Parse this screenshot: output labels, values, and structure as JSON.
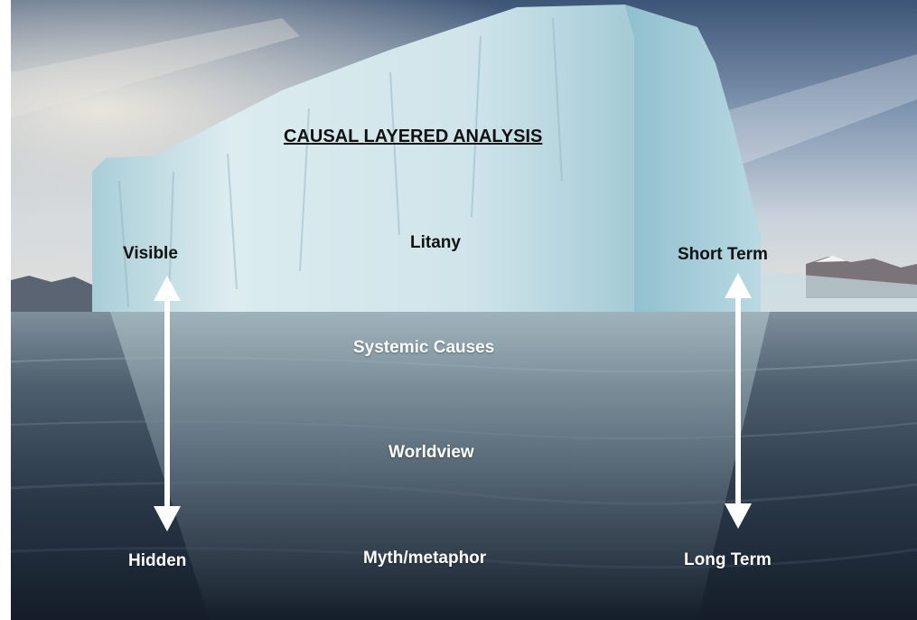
{
  "title": "CAUSAL LAYERED ANALYSIS",
  "layers": {
    "litany": "Litany",
    "systemic_causes": "Systemic Causes",
    "worldview": "Worldview",
    "myth_metaphor": "Myth/metaphor"
  },
  "visibility_axis": {
    "top": "Visible",
    "bottom": "Hidden"
  },
  "time_axis": {
    "top": "Short Term",
    "bottom": "Long Term"
  },
  "colors": {
    "text_above_water": "#111111",
    "text_below_water": "#ffffff",
    "arrow": "#ffffff"
  }
}
